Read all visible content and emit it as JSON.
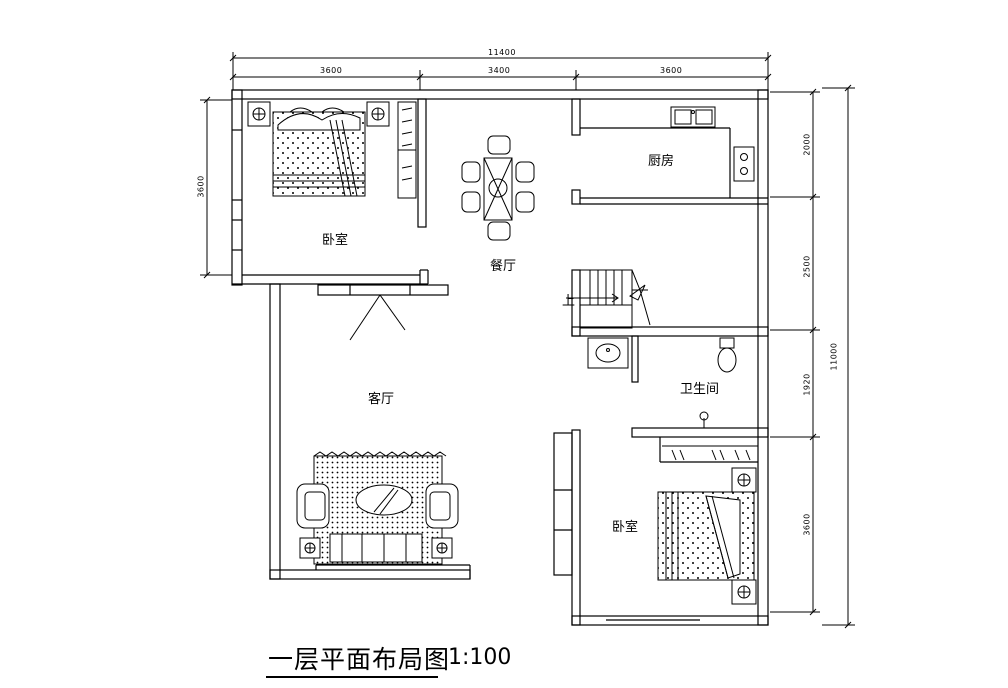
{
  "title": "一层平面布局图",
  "scale": "1:100",
  "rooms": {
    "bedroom_top": "卧室",
    "dining": "餐厅",
    "kitchen": "厨房",
    "living": "客厅",
    "bathroom": "卫生间",
    "bedroom_bottom": "卧室"
  },
  "stair_label": "上",
  "dimensions": {
    "top_total": "11400",
    "top_1": "3600",
    "top_2": "3400",
    "top_3": "3600",
    "left_1": "3600",
    "right_1": "2000",
    "right_2": "2500",
    "right_3": "1920",
    "right_4": "3600",
    "right_total": "11000"
  }
}
